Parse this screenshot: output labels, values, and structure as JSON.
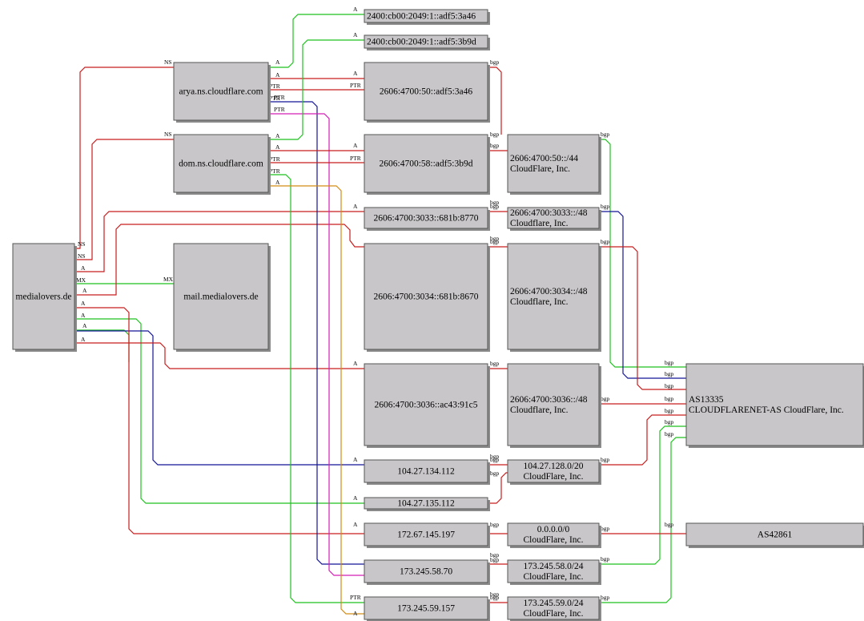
{
  "colors": {
    "red": "#c81e1e",
    "green": "#1fc21f",
    "blue": "#141496",
    "magenta": "#d21eb4",
    "orange": "#d28c14",
    "node_fill": "#c8c6c8",
    "node_stroke": "#555555"
  },
  "nodes": [
    {
      "id": "n-medialovers",
      "lines": [
        "medialovers.de"
      ]
    },
    {
      "id": "n-arya",
      "lines": [
        "arya.ns.cloudflare.com"
      ]
    },
    {
      "id": "n-dom",
      "lines": [
        "dom.ns.cloudflare.com"
      ]
    },
    {
      "id": "n-mail",
      "lines": [
        "mail.medialovers.de"
      ]
    },
    {
      "id": "n-ip6-3a46-top",
      "lines": [
        "2400:cb00:2049:1::adf5:3a46"
      ]
    },
    {
      "id": "n-ip6-3b9d-top",
      "lines": [
        "2400:cb00:2049:1::adf5:3b9d"
      ]
    },
    {
      "id": "n-ip6-50",
      "lines": [
        "2606:4700:50::adf5:3a46"
      ]
    },
    {
      "id": "n-ip6-58",
      "lines": [
        "2606:4700:58::adf5:3b9d"
      ]
    },
    {
      "id": "n-ip6-3033",
      "lines": [
        "2606:4700:3033::681b:8770"
      ]
    },
    {
      "id": "n-ip6-3034",
      "lines": [
        "2606:4700:3034::681b:8670"
      ]
    },
    {
      "id": "n-ip6-3036",
      "lines": [
        "2606:4700:3036::ac43:91c5"
      ]
    },
    {
      "id": "n-ip4-134",
      "lines": [
        "104.27.134.112"
      ]
    },
    {
      "id": "n-ip4-135",
      "lines": [
        "104.27.135.112"
      ]
    },
    {
      "id": "n-ip4-172",
      "lines": [
        "172.67.145.197"
      ]
    },
    {
      "id": "n-ip4-58",
      "lines": [
        "173.245.58.70"
      ]
    },
    {
      "id": "n-ip4-59",
      "lines": [
        "173.245.59.157"
      ]
    },
    {
      "id": "n-pfx-50",
      "lines": [
        "2606:4700:50::/44",
        "CloudFlare, Inc."
      ]
    },
    {
      "id": "n-pfx-3033",
      "lines": [
        "2606:4700:3033::/48",
        "Cloudflare, Inc."
      ]
    },
    {
      "id": "n-pfx-3034",
      "lines": [
        "2606:4700:3034::/48",
        "Cloudflare, Inc."
      ]
    },
    {
      "id": "n-pfx-3036",
      "lines": [
        "2606:4700:3036::/48",
        "Cloudflare, Inc."
      ]
    },
    {
      "id": "n-pfx-104",
      "lines": [
        "104.27.128.0/20",
        "CloudFlare, Inc."
      ]
    },
    {
      "id": "n-pfx-0",
      "lines": [
        "0.0.0.0/0",
        "CloudFlare, Inc."
      ]
    },
    {
      "id": "n-pfx-58",
      "lines": [
        "173.245.58.0/24",
        "CloudFlare, Inc."
      ]
    },
    {
      "id": "n-pfx-59",
      "lines": [
        "173.245.59.0/24",
        "CloudFlare, Inc."
      ]
    },
    {
      "id": "n-as13335",
      "lines": [
        "AS13335",
        "CLOUDFLARENET-AS CloudFlare, Inc."
      ]
    },
    {
      "id": "n-as42861",
      "lines": [
        "AS42861"
      ]
    }
  ],
  "edges": [
    {
      "color": "red",
      "label": "NS"
    },
    {
      "color": "red",
      "label": "NS"
    },
    {
      "color": "green",
      "label": "MX"
    },
    {
      "color": "red",
      "label": "A"
    },
    {
      "color": "red",
      "label": "A"
    },
    {
      "color": "green",
      "label": "A"
    },
    {
      "color": "green",
      "label": "A"
    },
    {
      "color": "blue",
      "label": "A"
    },
    {
      "color": "red",
      "label": "A"
    },
    {
      "color": "red",
      "label": "A"
    },
    {
      "color": "green",
      "label": "A"
    },
    {
      "color": "red",
      "label": "A"
    },
    {
      "color": "red",
      "label": "PTR"
    },
    {
      "color": "blue",
      "label": "PTR"
    },
    {
      "color": "magenta",
      "label": "PTR"
    },
    {
      "color": "green",
      "label": "A"
    },
    {
      "color": "red",
      "label": "A"
    },
    {
      "color": "red",
      "label": "PTR"
    },
    {
      "color": "green",
      "label": "PTR"
    },
    {
      "color": "orange",
      "label": "A"
    },
    {
      "color": "red",
      "label": "bgp"
    },
    {
      "color": "red",
      "label": "bgp"
    },
    {
      "color": "red",
      "label": "bgp"
    },
    {
      "color": "red",
      "label": "bgp"
    },
    {
      "color": "red",
      "label": "bgp"
    },
    {
      "color": "red",
      "label": "bgp"
    },
    {
      "color": "red",
      "label": "bgp"
    },
    {
      "color": "red",
      "label": "bgp"
    },
    {
      "color": "red",
      "label": "bgp"
    },
    {
      "color": "red",
      "label": "bgp"
    },
    {
      "color": "green",
      "label": "bgp"
    },
    {
      "color": "blue",
      "label": "bgp"
    },
    {
      "color": "red",
      "label": "bgp"
    },
    {
      "color": "red",
      "label": "bgp"
    },
    {
      "color": "red",
      "label": "bgp"
    },
    {
      "color": "green",
      "label": "bgp"
    },
    {
      "color": "green",
      "label": "bgp"
    },
    {
      "color": "red",
      "label": "bgp"
    }
  ]
}
